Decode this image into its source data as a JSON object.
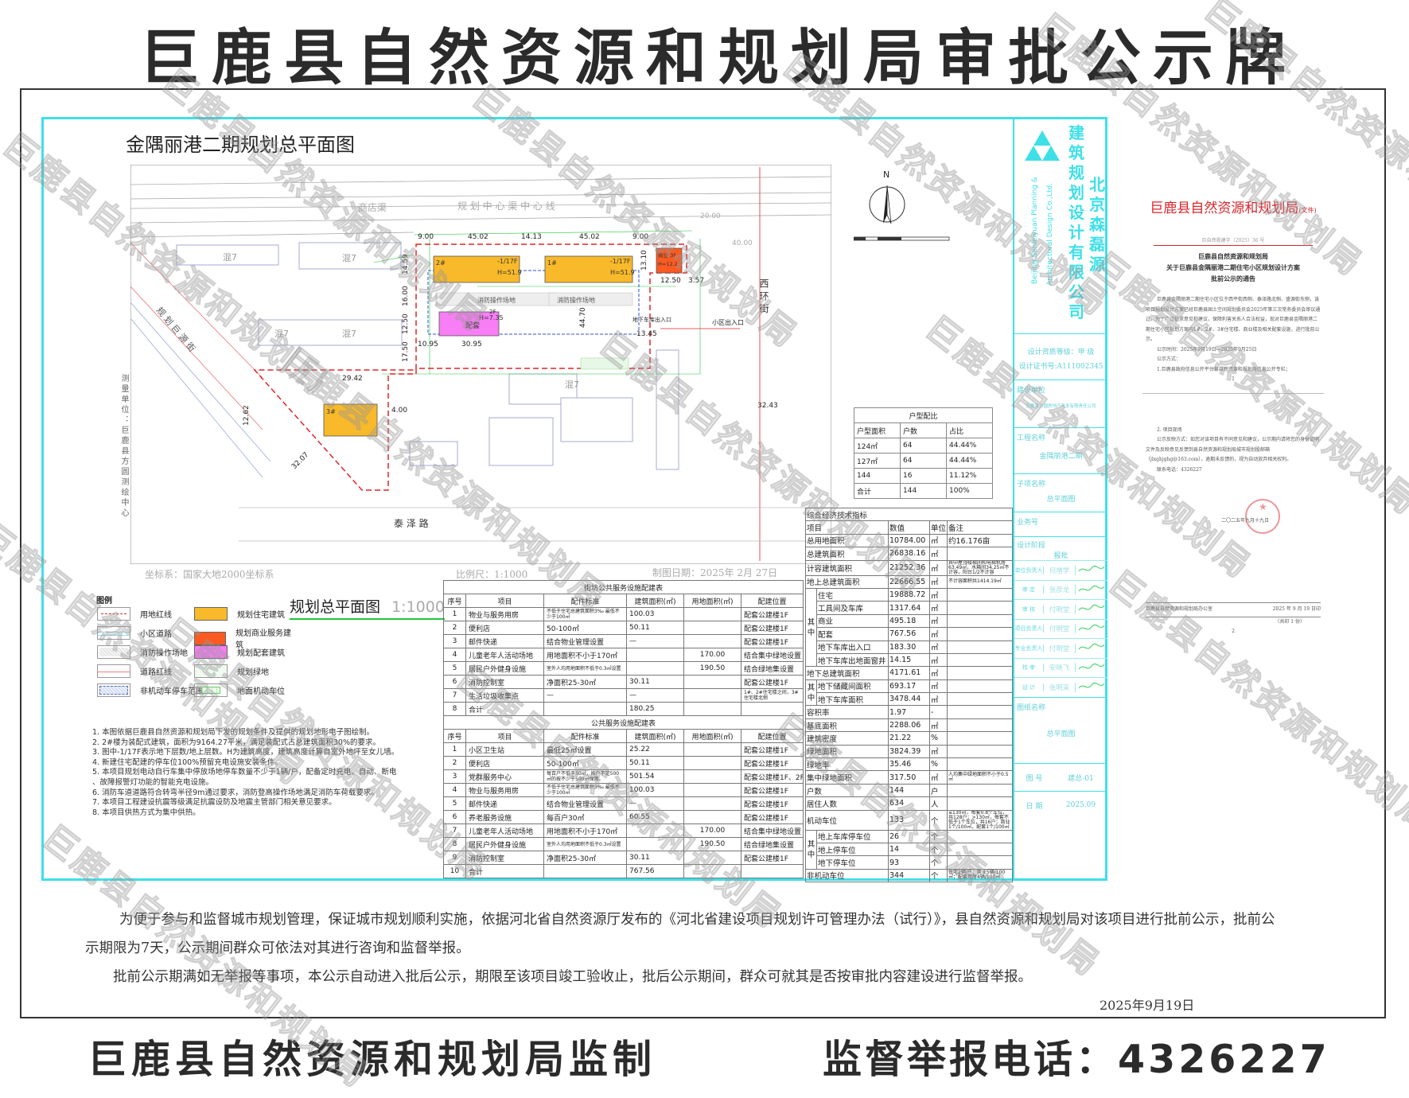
{
  "header": {
    "title": "巨鹿县自然资源和规划局审批公示牌"
  },
  "drawing": {
    "title": "金隅丽港二期规划总平面图",
    "coord_system": "坐标系：国家大地2000坐标系",
    "scale": "比例尺：1:1000",
    "date": "制图日期：2025年 2月 27日",
    "plan_title": "规划总平面图",
    "plan_scale": "1:1000",
    "north": "N",
    "side_label": "测量单位：巨鹿县方圆测绘中心",
    "map_labels": {
      "road_bottom": "泰    泽    路",
      "road_right": "西    环    街",
      "road_left": "规  划  巨  源  街",
      "canal": "商店渠",
      "canal_center": "规 划 中 心 渠 中 心 线",
      "b2": "2#",
      "b1": "1#",
      "b3": "3#",
      "high_rise": "-1/17F",
      "h1": "H=51.9",
      "h_com": "H=12.2",
      "commercial": "商业 3F",
      "support": "配套",
      "support_h": "H=7.35",
      "support_f": "2F",
      "existing": "混7",
      "entrance": "小区出入口",
      "garage": "地下车库出入口",
      "fire": "消防操作场地",
      "dims": [
        "45.02",
        "45.02",
        "9.00",
        "9.00",
        "14.13",
        "14.59",
        "16.00",
        "12.50",
        "17.50",
        "30.95",
        "10.95",
        "13.10",
        "12.50",
        "3.57",
        "13.45",
        "44.70",
        "32.43",
        "29.42",
        "12.62",
        "32.07",
        "20.00",
        "40.00",
        "4.00"
      ]
    }
  },
  "legend": {
    "title": "图例",
    "items": [
      {
        "label": "用地红线"
      },
      {
        "label": "小区道路"
      },
      {
        "label": "消防操作场地"
      },
      {
        "label": "道路红线"
      },
      {
        "label": "非机动车停车范围"
      },
      {
        "label": "规划住宅建筑",
        "color": "#f8b92a"
      },
      {
        "label": "规划商业服务建筑",
        "color": "#fb5a22"
      },
      {
        "label": "规划配套建筑",
        "color": "#f77ef4"
      },
      {
        "label": "规划绿地"
      },
      {
        "label": "地面机动车位"
      }
    ]
  },
  "notes": [
    "1. 本图依据巨鹿县自然资源和规划局下发的规划条件及提供的规划地形电子图绘制。",
    "2. 2#楼为装配式建筑，面积为9164.27平米，满足装配式占总建筑面积30%的要求。",
    "3. 图中-1/17F表示地下层数/地上层数。H为建筑高度，建筑高度计算自室外地坪至女儿墙。",
    "4. 新建住宅配建的停车位100%预留充电设施安装条件。",
    "5. 本项目规划电动自行车集中停放场地停车数量不少于1辆/户，配备定时充电、自动、断电",
    "、故障报警灯功能的智能充电设施。",
    "6. 消防车道道路符合转弯半径9m通过要求，消防登高操作场地满足消防车荷载要求。",
    "7. 本项目工程建设抗震等级满足抗震设防及地震主管部门相关意见要求。",
    "8. 本项目供热方式为集中供热。"
  ],
  "street_table": {
    "title": "街坊公共服务设施配建表",
    "headers": [
      "序号",
      "项目",
      "配件标准",
      "建筑面积(㎡)",
      "用地面积(㎡)",
      "配建位置"
    ],
    "rows": [
      [
        "1",
        "物业与服务用房",
        "不低于住宅总建筑面积3‰ 最低不少于100㎡",
        "100.03",
        "",
        "配套公建楼1F"
      ],
      [
        "2",
        "便利店",
        "50-100㎡",
        "50.11",
        "",
        "配套公建楼1F"
      ],
      [
        "3",
        "邮件快递",
        "结合物业管理设置",
        "—",
        "",
        "配套公建楼1F"
      ],
      [
        "4",
        "儿童老年人活动场地",
        "用地面积不小于170㎡",
        "",
        "170.00",
        "结合集中绿地设置"
      ],
      [
        "5",
        "居民户外健身设施",
        "室外人均用地面积不低于0.3㎡设置",
        "",
        "190.50",
        "结合绿地集设置"
      ],
      [
        "6",
        "消防控制室",
        "净面积25-30㎡",
        "30.11",
        "",
        "配套公建楼1F"
      ],
      [
        "7",
        "生活垃圾收集点",
        "—",
        "—",
        "",
        "1#、2#住宅楼之间，3#住宅楼北侧"
      ],
      [
        "8",
        "合计",
        "",
        "180.25",
        "",
        ""
      ]
    ]
  },
  "public_table": {
    "title": "公共服务设施配建表",
    "headers": [
      "序号",
      "项目",
      "配件标准",
      "建筑面积(㎡)",
      "用地面积(㎡)",
      "配建位置"
    ],
    "rows": [
      [
        "1",
        "小区卫生站",
        "最低25㎡设置",
        "25.22",
        "",
        "配套公建楼1F"
      ],
      [
        "2",
        "便利店",
        "50-100㎡",
        "50.11",
        "",
        "配套公建楼1F"
      ],
      [
        "3",
        "党群服务中心",
        "每百户不低于30㎡，按户不足500㎡的按不少于500㎡保障。",
        "501.54",
        "",
        "配套公建楼1F、2F"
      ],
      [
        "4",
        "物业与服务用房",
        "不低于住宅总建筑面积3‰ 最低不少于100㎡",
        "100.03",
        "",
        "配套公建楼1F"
      ],
      [
        "5",
        "邮件快递",
        "结合物业管理设置",
        "—",
        "",
        "配套公建楼1F"
      ],
      [
        "6",
        "养老服务设施",
        "每百户30㎡",
        "60.55",
        "",
        "配套公建楼1F"
      ],
      [
        "7",
        "儿童老年人活动场地",
        "用地面积不小于170㎡",
        "",
        "170.00",
        "结合集中绿地设置"
      ],
      [
        "8",
        "居民户外健身设施",
        "室外人均用地面积不低于0.3㎡设置",
        "",
        "190.50",
        "结合绿地集设置"
      ],
      [
        "9",
        "消防控制室",
        "净面积25-30㎡",
        "30.11",
        "",
        "配套公建楼1F"
      ],
      [
        "10",
        "合计",
        "",
        "767.56",
        "",
        ""
      ]
    ]
  },
  "unit_table": {
    "title": "户型配比",
    "headers": [
      "户型面积",
      "户数",
      "占比"
    ],
    "rows": [
      [
        "124㎡",
        "64",
        "44.44%"
      ],
      [
        "127㎡",
        "64",
        "44.44%"
      ],
      [
        "144",
        "16",
        "11.12%"
      ],
      [
        "合计",
        "144",
        "100%"
      ]
    ]
  },
  "tech_table": {
    "title": "综合经济技术指标",
    "headers": [
      "项目",
      "数值",
      "单位",
      "备注"
    ],
    "group_label": "其中",
    "rows": [
      {
        "indent": 0,
        "name": "总用地面积",
        "value": "10784.00",
        "unit": "㎡",
        "note": "约16.176亩"
      },
      {
        "indent": 0,
        "name": "总建筑面积",
        "value": "26838.16",
        "unit": "㎡",
        "note": ""
      },
      {
        "indent": 0,
        "name": "计容建筑面积",
        "value": "21252.36",
        "unit": "㎡",
        "note": "其中屋顶楼梯间和电梯机房63.49㎡，水箱间34.25㎡不计容，阳台1/2不计容"
      },
      {
        "indent": 0,
        "name": "地上总建筑面积",
        "value": "22666.55",
        "unit": "㎡",
        "note": "不计容面积共1414.19㎡"
      },
      {
        "indent": 1,
        "name": "住宅",
        "value": "19888.72",
        "unit": "㎡",
        "note": ""
      },
      {
        "indent": 1,
        "name": "工具间及车库",
        "value": "1317.64",
        "unit": "㎡",
        "note": ""
      },
      {
        "indent": 1,
        "name": "商业",
        "value": "495.18",
        "unit": "㎡",
        "note": ""
      },
      {
        "indent": 1,
        "name": "配套",
        "value": "767.56",
        "unit": "㎡",
        "note": ""
      },
      {
        "indent": 1,
        "name": "地下车库出入口",
        "value": "183.30",
        "unit": "㎡",
        "note": ""
      },
      {
        "indent": 1,
        "name": "地下车库出地面窗井",
        "value": "14.15",
        "unit": "㎡",
        "note": ""
      },
      {
        "indent": 0,
        "name": "地下总建筑面积",
        "value": "4171.61",
        "unit": "㎡",
        "note": ""
      },
      {
        "indent": 1,
        "name": "地下储藏间面积",
        "value": "693.17",
        "unit": "㎡",
        "note": ""
      },
      {
        "indent": 1,
        "name": "地下车库面积",
        "value": "3478.44",
        "unit": "㎡",
        "note": ""
      },
      {
        "indent": 0,
        "name": "容积率",
        "value": "1.97",
        "unit": "-",
        "note": ""
      },
      {
        "indent": 0,
        "name": "基底面积",
        "value": "2288.06",
        "unit": "㎡",
        "note": ""
      },
      {
        "indent": 0,
        "name": "建筑密度",
        "value": "21.22",
        "unit": "%",
        "note": ""
      },
      {
        "indent": 0,
        "name": "绿地面积",
        "value": "3824.39",
        "unit": "㎡",
        "note": ""
      },
      {
        "indent": 0,
        "name": "绿地率",
        "value": "35.46",
        "unit": "%",
        "note": ""
      },
      {
        "indent": 0,
        "name": "集中绿地面积",
        "value": "317.50",
        "unit": "㎡",
        "note": "人均集中绿地面积不小于0.5㎡"
      },
      {
        "indent": 0,
        "name": "户数",
        "value": "144",
        "unit": "户",
        "note": ""
      },
      {
        "indent": 0,
        "name": "居住人数",
        "value": "634",
        "unit": "人",
        "note": ""
      },
      {
        "indent": 0,
        "name": "机动车位",
        "value": "133",
        "unit": "个",
        "note": "≤130㎡，每套0.8个车位，共128户；>130㎡，每套不低于1个车位，共16户；商业1个/100㎡，配套1个/100㎡"
      },
      {
        "indent": 1,
        "name": "地上车库停车位",
        "value": "26",
        "unit": "个",
        "note": ""
      },
      {
        "indent": 1,
        "name": "地上停车位",
        "value": "14",
        "unit": "个",
        "note": ""
      },
      {
        "indent": 1,
        "name": "地下停车位",
        "value": "93",
        "unit": "个",
        "note": ""
      },
      {
        "indent": 0,
        "name": "非机动车位",
        "value": "344",
        "unit": "个",
        "note": "住宅2辆/户；商业5辆/100㎡；配套用房4辆/100㎡"
      }
    ]
  },
  "title_block": {
    "company_cn_1": "建筑规划设计有限公司",
    "company_cn_2": "北京森磊源",
    "company_en_1": "Beijing Senleiyuan Planning &",
    "company_en_2": "Architectural Design Co.,Ltd.",
    "qualification": "设计资质等级：甲  级",
    "certificate": "设计证书号:A111002345",
    "client_label": "建设单位",
    "client": "巨鹿县方圆房地产开发有限责任公司",
    "project_label": "工程名称",
    "project": "金隅丽港二期",
    "sub_label": "子项名称",
    "sub": "总平面图",
    "job_label": "业务号",
    "stage_label": "设计阶段",
    "stage": "报批",
    "signatures": [
      {
        "role": "单位负责人",
        "name": "何增学"
      },
      {
        "role": "审  定",
        "name": "张彦龙"
      },
      {
        "role": "审  核",
        "name": "付明堂"
      },
      {
        "role": "项目负责人",
        "name": "付明堂"
      },
      {
        "role": "专业负责人",
        "name": "付明堂"
      },
      {
        "role": "校  审",
        "name": "安晓飞"
      },
      {
        "role": "设  计",
        "name": "张明采"
      }
    ],
    "drawing_label": "图纸名称",
    "drawing_name": "总平面图",
    "number_label": "图  号",
    "number": "建总-01",
    "date_label": "日  期",
    "date": "2025.09"
  },
  "notice": {
    "agency": "巨鹿县自然资源和规划局",
    "doc_type": "(文件)",
    "doc_no": "巨自然规建字〔2025〕36 号",
    "heading_1": "巨鹿县自然资源和规划局",
    "heading_2": "关于巨鹿县金隅丽港二期住宅小区规划设计方案",
    "heading_3": "批前公示的通告",
    "body": "巨鹿县金隅丽港二期住宅小区位于西平街西侧、泰泽路北侧、盛源街东侧，该项目规划设计方案已经巨鹿县国土空间规划委员会2025年第三次常务委员会审议通过。为了广泛征求意见和建议，保障利害关系人合法权益，现对巨鹿县金隅丽港二期住宅小区规划方案内1#、2#、3#住宅楼、商业楼及相关配套设施，进行批前公示。",
    "period": "公示时间：2025年9月19日—2025年9月25日",
    "method_label": "公示方式：",
    "method_1": "1.巨鹿县政府信息公开平台县自然资源和规划局信息公开专栏；",
    "page_1": "1",
    "method_2": "2. 项目现场",
    "feedback": "公示反映方式：如您对该项目有不同意见和建议，公示期内请将您的身份证明文件及反映意见反馈到县自然资源和规划局城市规划股邮箱（jlxghjghg@163.com），逾期未反馈的，视为自动放弃相关权利。",
    "phone": "联系电话：4326227",
    "sign_date": "二〇二五年九月十九日",
    "seal_text": "巨鹿县自然资源和规划局",
    "office": "巨鹿县自然资源和规划局办公室",
    "print_date": "2025 年 9 月 19 日印",
    "copies": "（共印 1 份）",
    "page_2": "2"
  },
  "announcement": {
    "p1": "为便于参与和监督城市规划管理，保证城市规划顺利实施，依据河北省自然资源厅发布的《河北省建设项目规划许可管理办法（试行）》，县自然资源和规划局对该项目进行批前公示，批前公示期限为7天，公示期间群众可依法对其进行咨询和监督举报。",
    "p2": "批前公示期满如无举报等事项，本公示自动进入批后公示，期限至该项目竣工验收止，批后公示期间，群众可就其是否按审批内容建设进行监督举报。",
    "date": "2025年9月19日"
  },
  "footer": {
    "left": "巨鹿县自然资源和规划局监制",
    "right": "监督举报电话：4326227"
  },
  "watermark": "巨鹿县自然资源和规划局",
  "colors": {
    "cyan": "#3ee0e8",
    "residential": "#f8b92a",
    "commercial": "#fb5a22",
    "support": "#f77ef4",
    "redline": "#e0252a",
    "green": "#22c63a"
  }
}
